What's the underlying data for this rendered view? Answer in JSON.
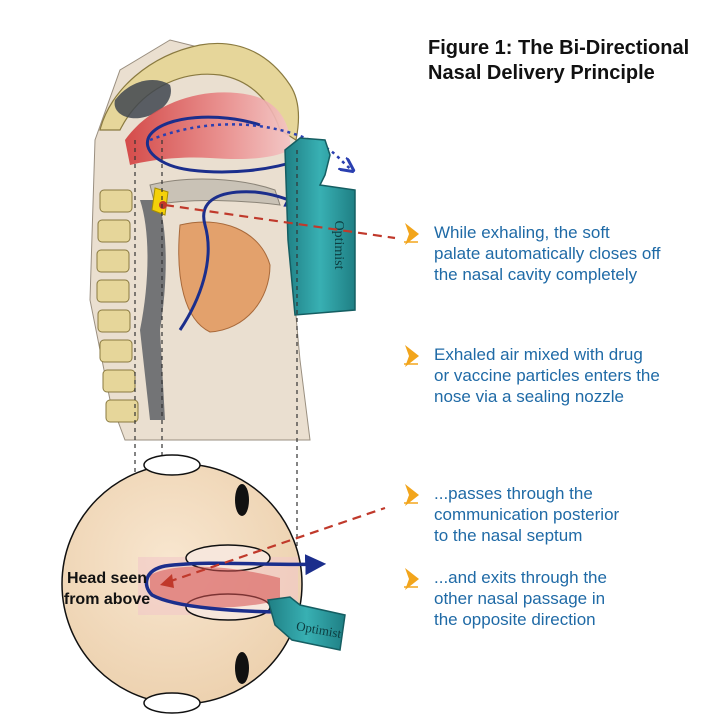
{
  "figure": {
    "title_line1": "Figure 1: The Bi-Directional",
    "title_line2": "Nasal Delivery Principle"
  },
  "device_label": "Optimist",
  "device_label_top": "Optimist",
  "head_label_line1": "Head seen",
  "head_label_line2": "from above",
  "bullets": [
    {
      "lines": [
        "While exhaling, the soft",
        "palate automatically closes off",
        "the nasal cavity completely"
      ]
    },
    {
      "lines": [
        "Exhaled air mixed with drug",
        "or vaccine particles enters the",
        "nose via a sealing nozzle"
      ]
    },
    {
      "lines": [
        "...passes through the",
        "communication posterior",
        "to the nasal septum"
      ]
    },
    {
      "lines": [
        "...and exits through the",
        "other nasal passage in",
        "the opposite direction"
      ]
    }
  ],
  "colors": {
    "accent_text": "#1f6aa6",
    "arrow": "#f2a51c",
    "device": "#2b9a9e",
    "flow_line": "#1b2e8c",
    "dashed_red": "#c0392b",
    "head_fill": "#f3dcc0"
  }
}
